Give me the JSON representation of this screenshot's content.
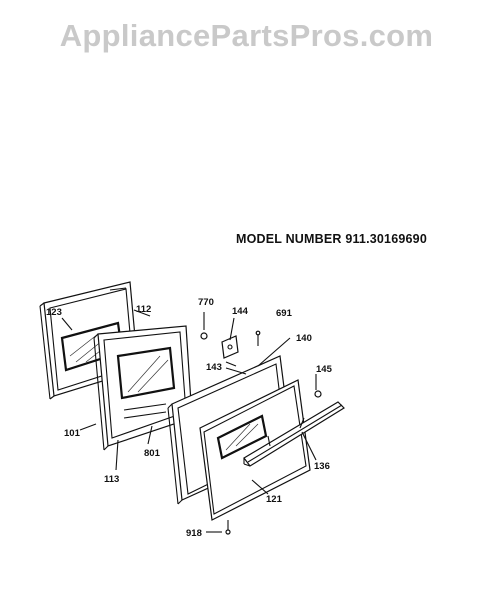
{
  "watermark": "AppliancePartsPros.com",
  "model_label": "MODEL NUMBER 911.30169690",
  "parts": {
    "p123": "123",
    "p112": "112",
    "p770": "770",
    "p144": "144",
    "p691": "691",
    "p140": "140",
    "p143": "143",
    "p145": "145",
    "p101": "101",
    "p801": "801",
    "p136": "136",
    "p113": "113",
    "p121": "121",
    "p918": "918"
  }
}
